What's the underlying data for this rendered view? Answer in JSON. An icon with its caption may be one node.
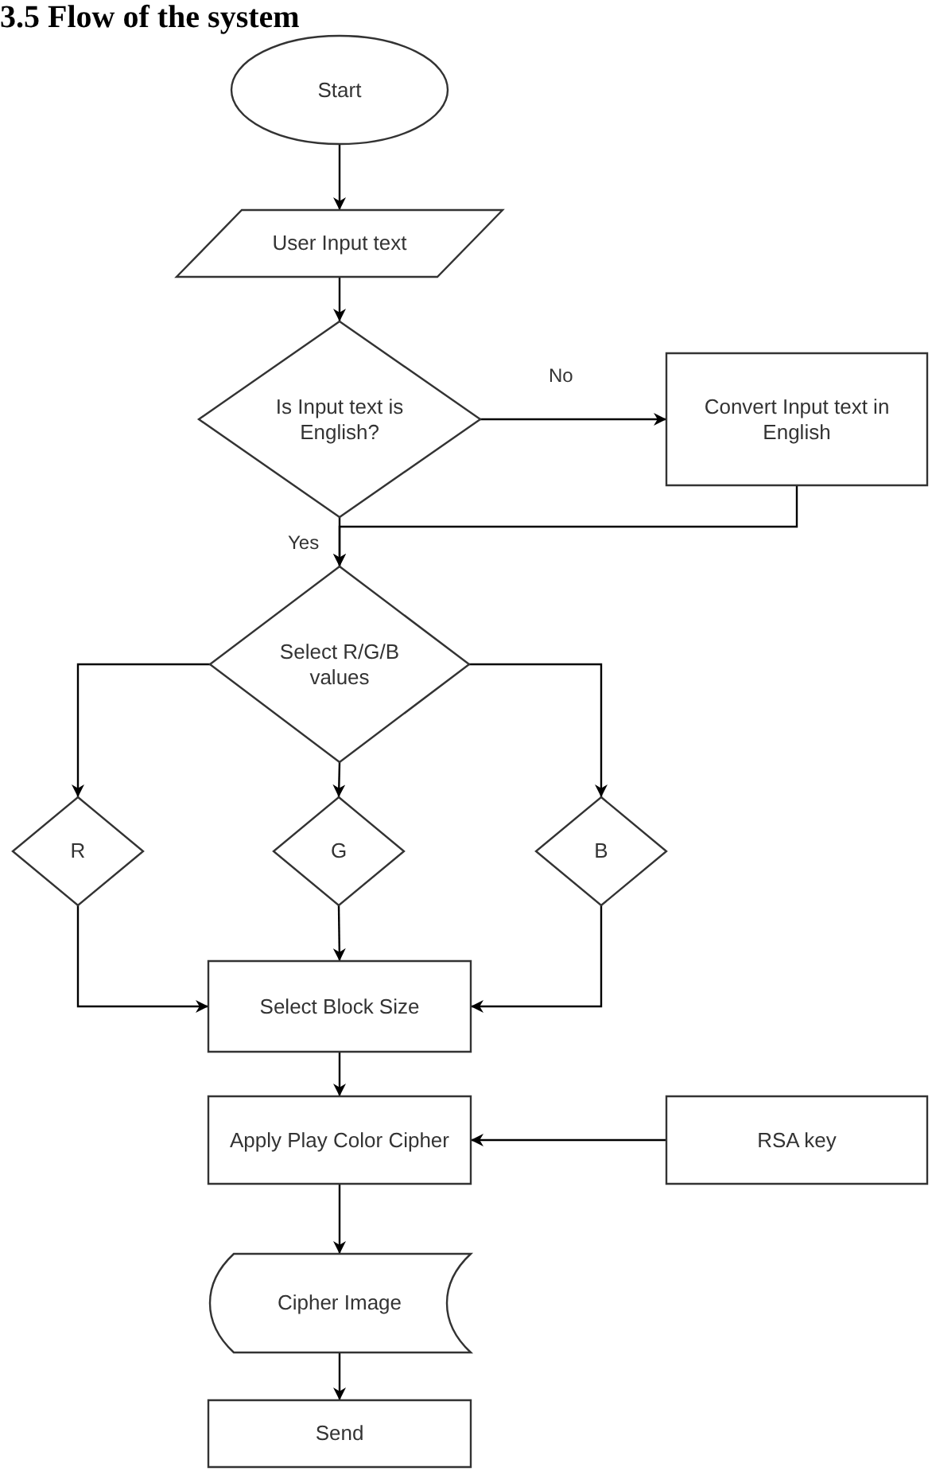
{
  "diagram": {
    "title": "3.5 Flow of the system",
    "nodes": [
      {
        "text": [
          "Start"
        ]
      },
      {
        "text": [
          "User Input text"
        ]
      },
      {
        "text": [
          "Is Input text is English?"
        ]
      },
      {
        "text": [
          "Convert Input text in English"
        ]
      },
      {
        "text": [
          "Select R/G/B values"
        ]
      },
      {
        "text": [
          "R"
        ]
      },
      {
        "text": [
          "G"
        ]
      },
      {
        "text": [
          "B"
        ]
      },
      {
        "text": [
          "Select Block Size"
        ]
      },
      {
        "text": [
          "Apply Play Color Cipher"
        ]
      },
      {
        "text": [
          "RSA key"
        ]
      },
      {
        "text": [
          "Cipher Image"
        ]
      },
      {
        "text": [
          "Send"
        ]
      }
    ],
    "edges": [
      {
        "from": 0,
        "to": 1,
        "arrow": "to"
      },
      {
        "from": 1,
        "to": 2,
        "arrow": "to"
      },
      {
        "from": 2,
        "to": 3,
        "arrow": "to",
        "label": "No"
      },
      {
        "from": 2,
        "to": 4,
        "arrow": "to",
        "label": "Yes"
      },
      {
        "from": 3,
        "to": 4,
        "arrow": "to"
      },
      {
        "from": 4,
        "to": 5,
        "arrow": "to"
      },
      {
        "from": 4,
        "to": 6,
        "arrow": "to"
      },
      {
        "from": 4,
        "to": 7,
        "arrow": "to"
      },
      {
        "from": 5,
        "to": 8,
        "arrow": "to"
      },
      {
        "from": 6,
        "to": 8,
        "arrow": "to"
      },
      {
        "from": 7,
        "to": 8,
        "arrow": "to"
      },
      {
        "from": 8,
        "to": 9,
        "arrow": "to"
      },
      {
        "from": 10,
        "to": 9,
        "arrow": "to"
      },
      {
        "from": 9,
        "to": 11,
        "arrow": "to"
      },
      {
        "from": 11,
        "to": 12,
        "arrow": "to"
      }
    ]
  }
}
